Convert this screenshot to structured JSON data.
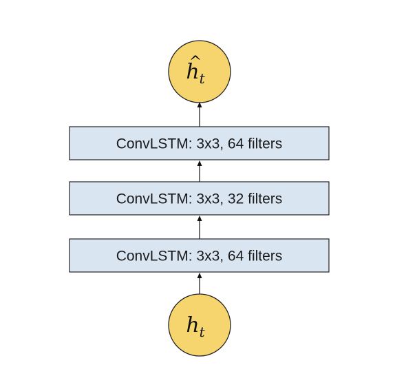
{
  "diagram": {
    "layers": [
      {
        "label": "ConvLSTM: 3x3, 64 filters"
      },
      {
        "label": "ConvLSTM: 3x3, 32 filters"
      },
      {
        "label": "ConvLSTM: 3x3, 64 filters"
      }
    ],
    "input_node": {
      "base": "h",
      "subscript": "t"
    },
    "output_node": {
      "base": "h",
      "subscript": "t",
      "accent": "^"
    },
    "colors": {
      "layer_fill": "#dae5f2",
      "node_fill": "#f7d56e",
      "stroke": "#222222"
    }
  }
}
